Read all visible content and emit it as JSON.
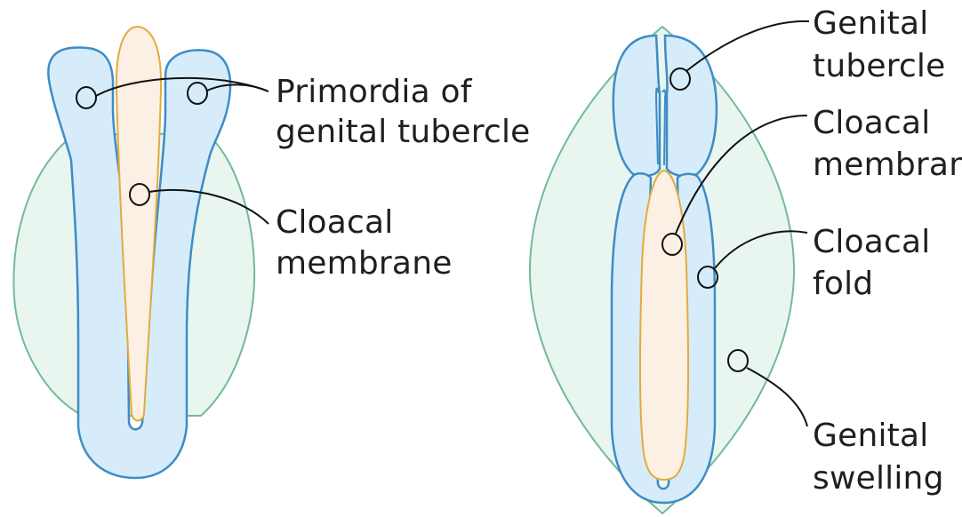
{
  "colors": {
    "background": "#ffffff",
    "swelling_fill": "#e8f6ef",
    "swelling_stroke": "#74b99a",
    "fold_fill": "#d6ecfb",
    "fold_stroke": "#3f8cc4",
    "membrane_fill": "#fbf0e3",
    "membrane_stroke": "#e2ab3c",
    "leader": "#111111",
    "text": "#1f1f1f"
  },
  "left_diagram": {
    "primordia_label_line1": "Primordia of",
    "primordia_label_line2": "genital tubercle",
    "membrane_label_line1": "Cloacal",
    "membrane_label_line2": "membrane"
  },
  "right_diagram": {
    "tubercle_label_line1": "Genital",
    "tubercle_label_line2": "tubercle",
    "membrane_label_line1": "Cloacal",
    "membrane_label_line2": "membrane",
    "fold_label_line1": "Cloacal",
    "fold_label_line2": "fold",
    "swelling_label_line1": "Genital",
    "swelling_label_line2": "swelling"
  }
}
